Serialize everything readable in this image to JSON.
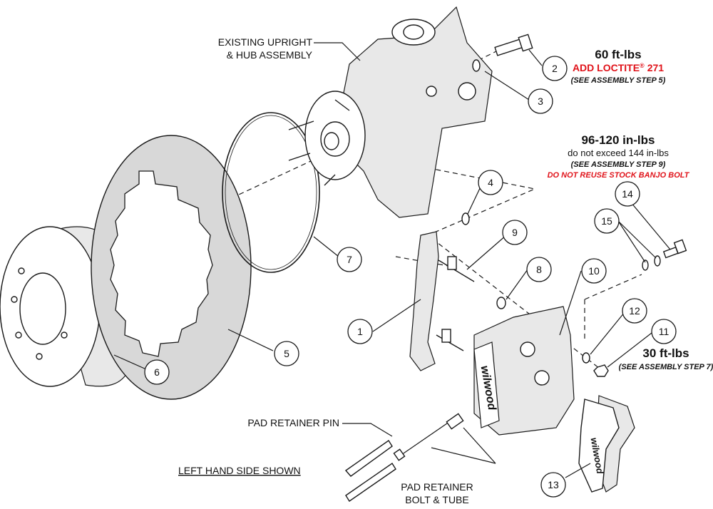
{
  "labels": {
    "upright_line1": "EXISTING UPRIGHT",
    "upright_line2": "& HUB ASSEMBLY",
    "pad_pin": "PAD RETAINER PIN",
    "left_hand": "LEFT HAND SIDE SHOWN",
    "pad_bolt_line1": "PAD RETAINER",
    "pad_bolt_line2": "BOLT & TUBE",
    "caliper_logo": "wilwood",
    "pad_logo": "wilwood"
  },
  "notes": {
    "torque_bolt": {
      "value": "60 ft-lbs",
      "loctite": "ADD LOCTITE",
      "loctite_mark": "®",
      "loctite_num": "271",
      "step": "(SEE ASSEMBLY STEP 5)"
    },
    "torque_banjo": {
      "value": "96-120 in-lbs",
      "limit": "do not exceed 144 in-lbs",
      "step": "(SEE ASSEMBLY STEP 9)",
      "warning": "DO NOT REUSE STOCK BANJO BOLT"
    },
    "torque_nut": {
      "value": "30 ft-lbs",
      "step": "(SEE ASSEMBLY STEP 7)"
    }
  },
  "callouts": [
    "1",
    "2",
    "3",
    "4",
    "5",
    "6",
    "7",
    "8",
    "9",
    "10",
    "11",
    "12",
    "13",
    "14",
    "15"
  ],
  "colors": {
    "warning": "#e0131a",
    "ink": "#1a1a1a"
  }
}
